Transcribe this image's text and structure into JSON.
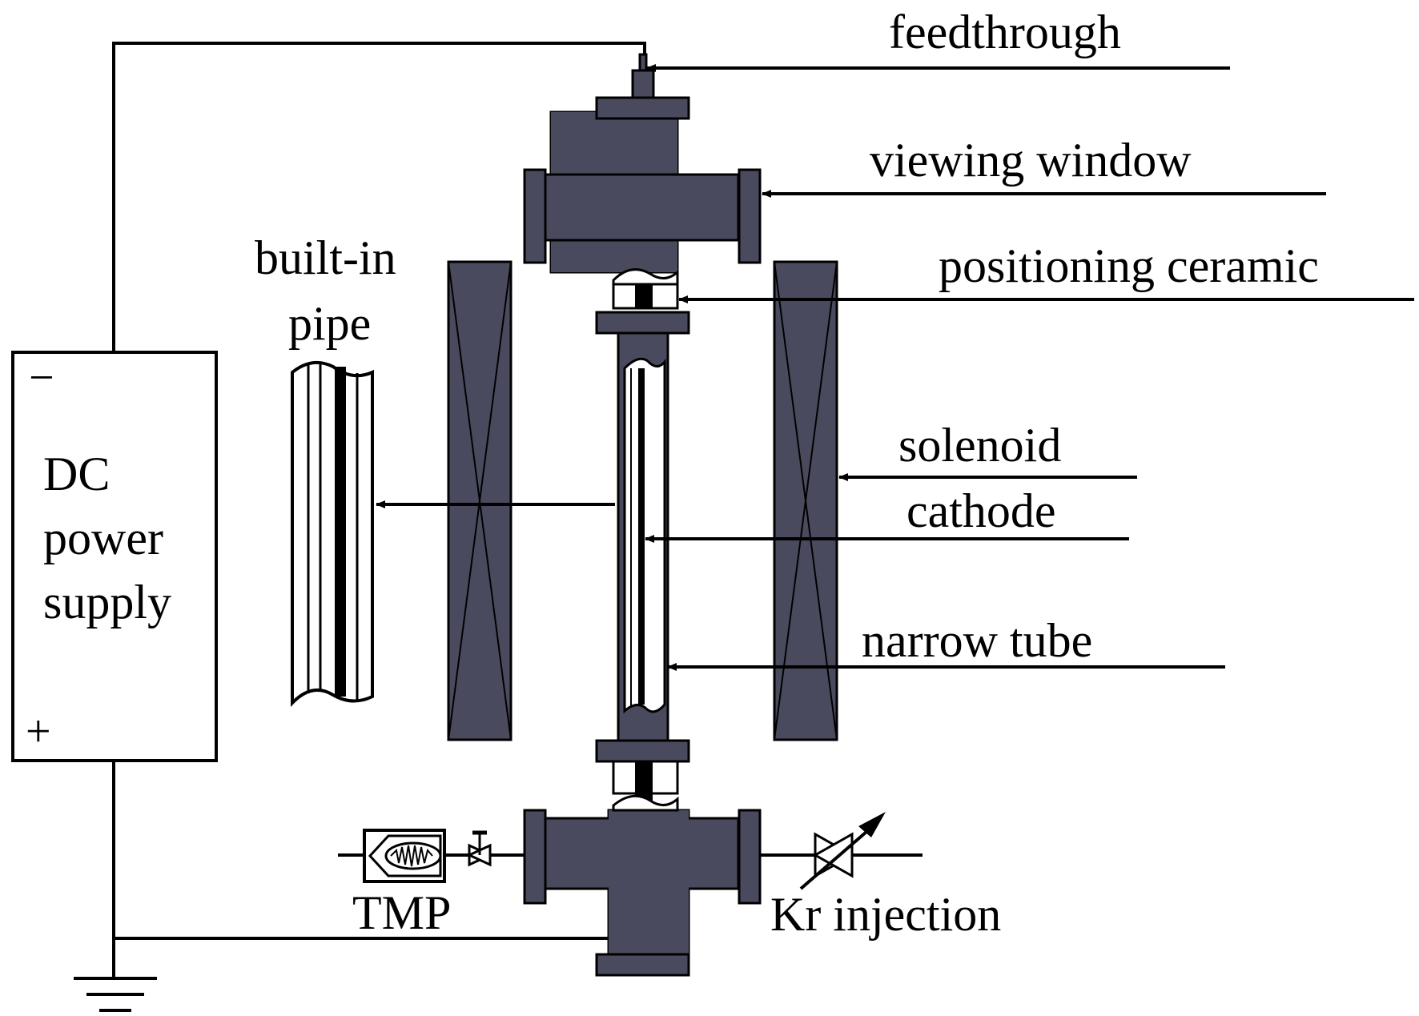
{
  "labels": {
    "feedthrough": "feedthrough",
    "viewing_window": "viewing window",
    "positioning_ceramic": "positioning ceramic",
    "built_in_1": "built-in",
    "built_in_2": "pipe",
    "solenoid": "solenoid",
    "cathode": "cathode",
    "narrow_tube": "narrow tube",
    "dc_1": "DC",
    "dc_2": "power",
    "dc_3": "supply",
    "minus": "−",
    "plus": "+",
    "tmp": "TMP",
    "kr": "Kr injection"
  },
  "colors": {
    "metal": "#4a4a5e",
    "line": "#000000",
    "background": "#ffffff"
  }
}
